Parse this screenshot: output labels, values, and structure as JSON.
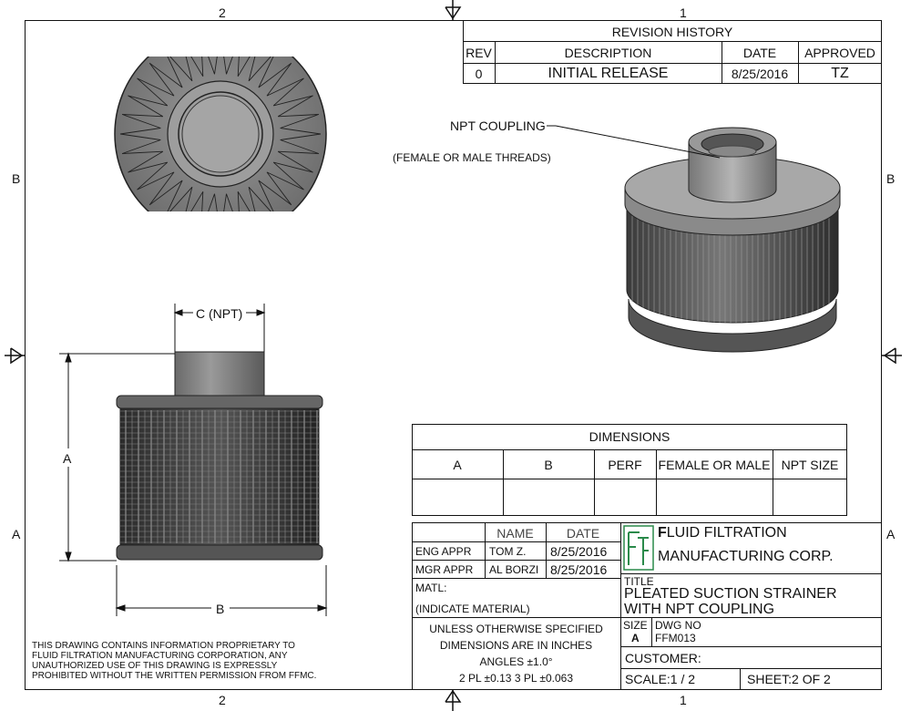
{
  "zones": {
    "top_left": "2",
    "top_right": "1",
    "left_top": "B",
    "left_bottom": "A",
    "right_top": "B",
    "right_bottom": "A",
    "bottom_left": "2",
    "bottom_right": "1"
  },
  "revision": {
    "title": "REVISION HISTORY",
    "headers": [
      "REV",
      "DESCRIPTION",
      "DATE",
      "APPROVED"
    ],
    "row": [
      "0",
      "INITIAL RELEASE",
      "8/25/2016",
      "TZ"
    ]
  },
  "callouts": {
    "npt_coupling": "NPT COUPLING",
    "threads": "(FEMALE OR MALE THREADS)"
  },
  "dims": {
    "c": "C (NPT)",
    "a": "A",
    "b": "B"
  },
  "dimensions_table": {
    "title": "DIMENSIONS",
    "headers": [
      "A",
      "B",
      "PERF",
      "FEMALE OR MALE",
      "NPT SIZE"
    ],
    "values": [
      "",
      "",
      "",
      "",
      ""
    ]
  },
  "approvals": {
    "name_header": "NAME",
    "date_header": "DATE",
    "rows": [
      {
        "label": "ENG APPR",
        "name": "TOM Z.",
        "date": "8/25/2016"
      },
      {
        "label": "MGR APPR",
        "name": "AL BORZI",
        "date": "8/25/2016"
      }
    ]
  },
  "material": {
    "label": "MATL:",
    "value": "(INDICATE MATERIAL)"
  },
  "tolerances": [
    "UNLESS OTHERWISE SPECIFIED",
    "DIMENSIONS ARE IN INCHES",
    "ANGLES ±1.0°",
    "2 PL ±0.13 3 PL ±0.063"
  ],
  "company": {
    "line1_first": "F",
    "line1_rest": "LUID FILTRATION",
    "line2": "MANUFACTURING CORP."
  },
  "title_block": {
    "title_label": "TITLE",
    "title_line1": "PLEATED SUCTION STRAINER",
    "title_line2": "WITH NPT COUPLING",
    "size_label": "SIZE",
    "size_value": "A",
    "dwg_label": "DWG NO",
    "dwg_value": "FFM013",
    "customer": "CUSTOMER:",
    "scale": "SCALE:1 / 2",
    "sheet": "SHEET:2  OF 2"
  },
  "proprietary": [
    "THIS DRAWING CONTAINS INFORMATION PROPRIETARY TO",
    "FLUID FILTRATION MANUFACTURING CORPORATION, ANY",
    "UNAUTHORIZED USE OF THIS DRAWING IS EXPRESSLY",
    "PROHIBITED WITHOUT THE WRITTEN PERMISSION FROM FFMC."
  ]
}
